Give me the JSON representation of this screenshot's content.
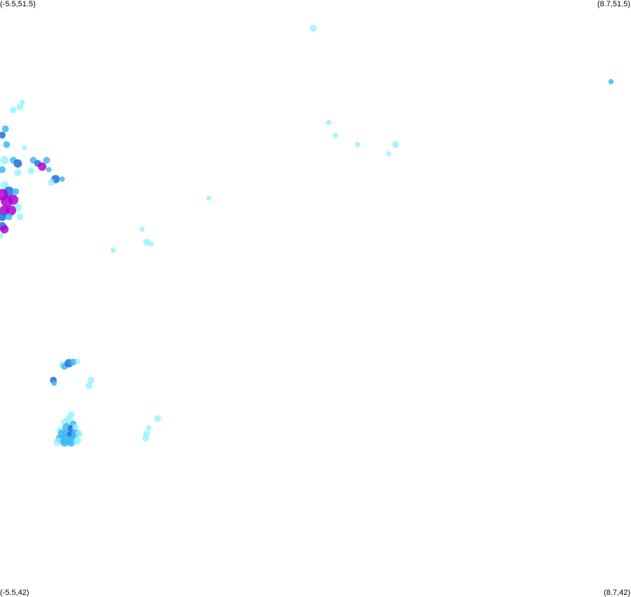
{
  "map": {
    "extent": {
      "lon_min": -5.5,
      "lon_max": 8.7,
      "lat_min": 42,
      "lat_max": 51.5
    },
    "corners": {
      "top_left": "(-5.5,51.5)",
      "top_right": "(8.7,51.5)",
      "bottom_left": "(-5.5,42)",
      "bottom_right": "(8.7,42)"
    },
    "palette": {
      "light": "#8ff0ff",
      "medium": "#3fb8f0",
      "dark": "#1f6fe0",
      "magenta": "#b000d0"
    },
    "points": [
      {
        "lon": 1.55,
        "lat": 51.05,
        "level": "light",
        "w": 2
      },
      {
        "lon": 8.25,
        "lat": 50.2,
        "level": "medium",
        "w": 1
      },
      {
        "lon": 1.9,
        "lat": 49.55,
        "level": "light",
        "w": 1
      },
      {
        "lon": 2.05,
        "lat": 49.35,
        "level": "light",
        "w": 1
      },
      {
        "lon": 2.55,
        "lat": 49.2,
        "level": "light",
        "w": 1
      },
      {
        "lon": 3.25,
        "lat": 49.05,
        "level": "light",
        "w": 1
      },
      {
        "lon": 3.4,
        "lat": 49.2,
        "level": "light",
        "w": 2
      },
      {
        "lon": -0.8,
        "lat": 48.35,
        "level": "light",
        "w": 1
      },
      {
        "lon": -2.3,
        "lat": 47.85,
        "level": "light",
        "w": 1
      },
      {
        "lon": -2.2,
        "lat": 47.65,
        "level": "light",
        "w": 2
      },
      {
        "lon": -2.1,
        "lat": 47.62,
        "level": "light",
        "w": 1
      },
      {
        "lon": -2.95,
        "lat": 47.52,
        "level": "light",
        "w": 1
      },
      {
        "lon": -5.2,
        "lat": 49.75,
        "level": "light",
        "w": 2
      },
      {
        "lon": -5.05,
        "lat": 49.8,
        "level": "light",
        "w": 2
      },
      {
        "lon": -5.0,
        "lat": 49.87,
        "level": "light",
        "w": 1
      },
      {
        "lon": -5.38,
        "lat": 49.45,
        "level": "medium",
        "w": 2
      },
      {
        "lon": -5.45,
        "lat": 49.35,
        "level": "dark",
        "w": 2
      },
      {
        "lon": -5.35,
        "lat": 49.2,
        "level": "medium",
        "w": 2
      },
      {
        "lon": -5.4,
        "lat": 48.95,
        "level": "light",
        "w": 3
      },
      {
        "lon": -5.2,
        "lat": 48.95,
        "level": "medium",
        "w": 2
      },
      {
        "lon": -5.1,
        "lat": 48.9,
        "level": "dark",
        "w": 3
      },
      {
        "lon": -5.1,
        "lat": 48.75,
        "level": "light",
        "w": 2
      },
      {
        "lon": -5.45,
        "lat": 48.8,
        "level": "medium",
        "w": 2
      },
      {
        "lon": -4.95,
        "lat": 49.15,
        "level": "light",
        "w": 1
      },
      {
        "lon": -4.75,
        "lat": 48.95,
        "level": "medium",
        "w": 2
      },
      {
        "lon": -4.65,
        "lat": 48.9,
        "level": "dark",
        "w": 2
      },
      {
        "lon": -4.55,
        "lat": 48.85,
        "level": "magenta",
        "w": 3
      },
      {
        "lon": -4.45,
        "lat": 48.95,
        "level": "medium",
        "w": 2
      },
      {
        "lon": -4.8,
        "lat": 48.78,
        "level": "light",
        "w": 2
      },
      {
        "lon": -4.4,
        "lat": 48.8,
        "level": "medium",
        "w": 1
      },
      {
        "lon": -4.25,
        "lat": 48.65,
        "level": "dark",
        "w": 3
      },
      {
        "lon": -4.35,
        "lat": 48.6,
        "level": "light",
        "w": 2
      },
      {
        "lon": -4.1,
        "lat": 48.65,
        "level": "medium",
        "w": 1
      },
      {
        "lon": -5.4,
        "lat": 48.55,
        "level": "light",
        "w": 3
      },
      {
        "lon": -5.3,
        "lat": 48.45,
        "level": "dark",
        "w": 4
      },
      {
        "lon": -5.45,
        "lat": 48.4,
        "level": "magenta",
        "w": 5
      },
      {
        "lon": -5.35,
        "lat": 48.3,
        "level": "magenta",
        "w": 5
      },
      {
        "lon": -5.2,
        "lat": 48.32,
        "level": "magenta",
        "w": 4
      },
      {
        "lon": -5.15,
        "lat": 48.45,
        "level": "medium",
        "w": 2
      },
      {
        "lon": -5.1,
        "lat": 48.2,
        "level": "light",
        "w": 3
      },
      {
        "lon": -5.25,
        "lat": 48.15,
        "level": "magenta",
        "w": 4
      },
      {
        "lon": -5.4,
        "lat": 48.15,
        "level": "magenta",
        "w": 4
      },
      {
        "lon": -5.45,
        "lat": 48.05,
        "level": "dark",
        "w": 3
      },
      {
        "lon": -5.3,
        "lat": 48.05,
        "level": "medium",
        "w": 2
      },
      {
        "lon": -5.05,
        "lat": 48.05,
        "level": "light",
        "w": 2
      },
      {
        "lon": -5.45,
        "lat": 47.9,
        "level": "dark",
        "w": 3
      },
      {
        "lon": -5.4,
        "lat": 47.85,
        "level": "magenta",
        "w": 3
      },
      {
        "lon": -5.48,
        "lat": 47.75,
        "level": "light",
        "w": 1
      },
      {
        "lon": -4.1,
        "lat": 45.7,
        "level": "light",
        "w": 2
      },
      {
        "lon": -4.05,
        "lat": 45.67,
        "level": "medium",
        "w": 2
      },
      {
        "lon": -3.95,
        "lat": 45.72,
        "level": "dark",
        "w": 3
      },
      {
        "lon": -3.85,
        "lat": 45.74,
        "level": "medium",
        "w": 2
      },
      {
        "lon": -3.75,
        "lat": 45.75,
        "level": "light",
        "w": 1
      },
      {
        "lon": -4.3,
        "lat": 45.45,
        "level": "dark",
        "w": 2
      },
      {
        "lon": -4.28,
        "lat": 45.4,
        "level": "medium",
        "w": 1
      },
      {
        "lon": -3.45,
        "lat": 45.45,
        "level": "light",
        "w": 2
      },
      {
        "lon": -3.5,
        "lat": 45.36,
        "level": "light",
        "w": 2
      },
      {
        "lon": -3.9,
        "lat": 44.9,
        "level": "light",
        "w": 2
      },
      {
        "lon": -3.95,
        "lat": 44.82,
        "level": "light",
        "w": 3
      },
      {
        "lon": -4.05,
        "lat": 44.78,
        "level": "light",
        "w": 2
      },
      {
        "lon": -3.85,
        "lat": 44.75,
        "level": "medium",
        "w": 2
      },
      {
        "lon": -4.0,
        "lat": 44.7,
        "level": "medium",
        "w": 3
      },
      {
        "lon": -3.9,
        "lat": 44.68,
        "level": "dark",
        "w": 2
      },
      {
        "lon": -3.8,
        "lat": 44.7,
        "level": "light",
        "w": 2
      },
      {
        "lon": -4.15,
        "lat": 44.65,
        "level": "light",
        "w": 2
      },
      {
        "lon": -4.1,
        "lat": 44.6,
        "level": "medium",
        "w": 3
      },
      {
        "lon": -4.0,
        "lat": 44.58,
        "level": "medium",
        "w": 4
      },
      {
        "lon": -3.9,
        "lat": 44.58,
        "level": "dark",
        "w": 3
      },
      {
        "lon": -3.8,
        "lat": 44.6,
        "level": "medium",
        "w": 3
      },
      {
        "lon": -3.72,
        "lat": 44.6,
        "level": "light",
        "w": 2
      },
      {
        "lon": -4.15,
        "lat": 44.52,
        "level": "medium",
        "w": 3
      },
      {
        "lon": -4.02,
        "lat": 44.5,
        "level": "medium",
        "w": 4
      },
      {
        "lon": -3.88,
        "lat": 44.5,
        "level": "medium",
        "w": 3
      },
      {
        "lon": -3.75,
        "lat": 44.5,
        "level": "light",
        "w": 2
      },
      {
        "lon": -4.2,
        "lat": 44.47,
        "level": "light",
        "w": 3
      },
      {
        "lon": -4.05,
        "lat": 44.46,
        "level": "medium",
        "w": 3
      },
      {
        "lon": -3.9,
        "lat": 44.46,
        "level": "medium",
        "w": 3
      },
      {
        "lon": -3.78,
        "lat": 44.47,
        "level": "light",
        "w": 2
      },
      {
        "lon": -1.95,
        "lat": 44.84,
        "level": "light",
        "w": 2
      },
      {
        "lon": -2.15,
        "lat": 44.69,
        "level": "light",
        "w": 1
      },
      {
        "lon": -2.2,
        "lat": 44.6,
        "level": "light",
        "w": 2
      },
      {
        "lon": -2.22,
        "lat": 44.53,
        "level": "light",
        "w": 2
      }
    ]
  }
}
